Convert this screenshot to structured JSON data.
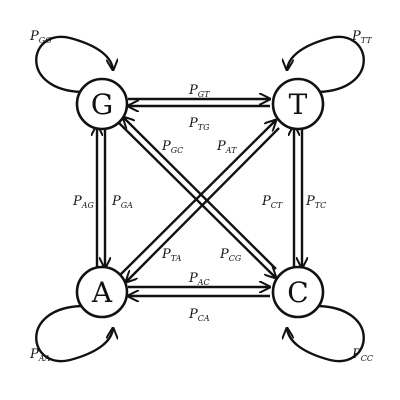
{
  "nodes": {
    "G": "G",
    "T": "T",
    "A": "A",
    "C": "C"
  },
  "probabilities": {
    "GG": {
      "base": "P",
      "sub": "GG"
    },
    "TT": {
      "base": "P",
      "sub": "TT"
    },
    "AA": {
      "base": "P",
      "sub": "AA"
    },
    "CC": {
      "base": "P",
      "sub": "CC"
    },
    "GT": {
      "base": "P",
      "sub": "GT"
    },
    "TG": {
      "base": "P",
      "sub": "TG"
    },
    "AC": {
      "base": "P",
      "sub": "AC"
    },
    "CA": {
      "base": "P",
      "sub": "CA"
    },
    "AG": {
      "base": "P",
      "sub": "AG"
    },
    "GA": {
      "base": "P",
      "sub": "GA"
    },
    "CT": {
      "base": "P",
      "sub": "CT"
    },
    "TC": {
      "base": "P",
      "sub": "TC"
    },
    "GC": {
      "base": "P",
      "sub": "GC"
    },
    "AT": {
      "base": "P",
      "sub": "AT"
    },
    "TA": {
      "base": "P",
      "sub": "TA"
    },
    "CG": {
      "base": "P",
      "sub": "CG"
    }
  }
}
